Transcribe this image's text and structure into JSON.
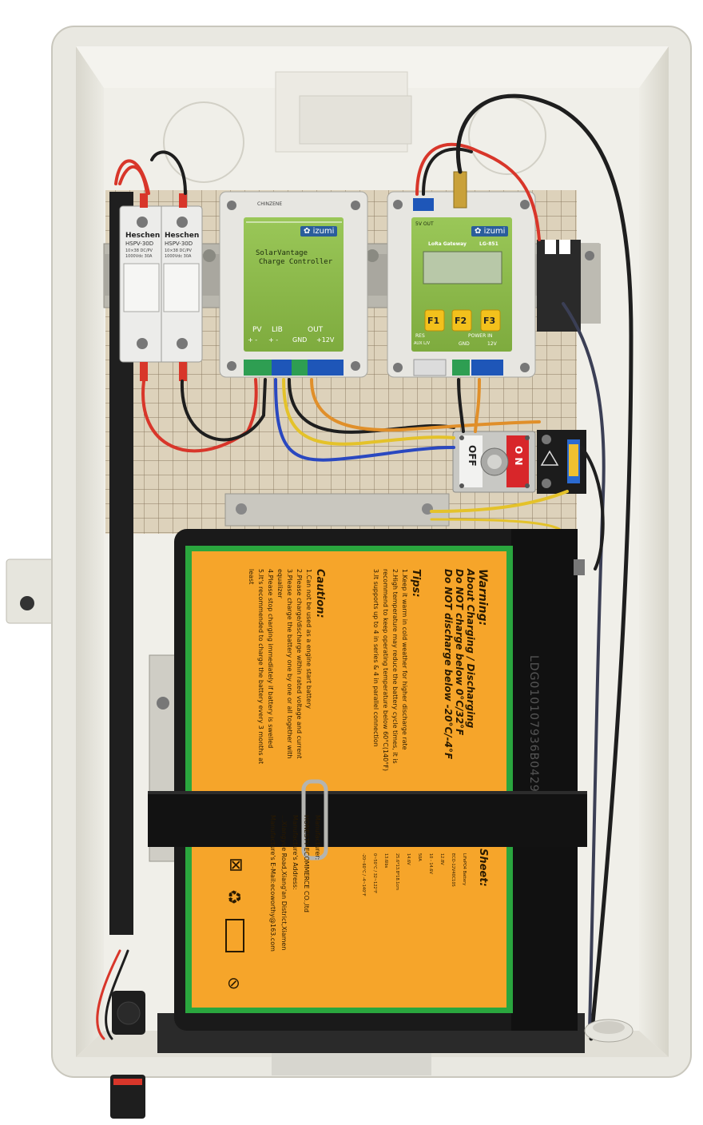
{
  "fuse": {
    "brand": "Heschen",
    "model": "HSPV-30D",
    "rating_line1": "10×38 DC/PV",
    "rating_line2": "1000Vdc 30A"
  },
  "charge_controller": {
    "brand": "izumi",
    "top_tag": "CHINZENE",
    "title_line1": "SolarVantage",
    "title_line2": "Charge Controller",
    "terminal_pv": "PV",
    "terminal_lib": "LIB",
    "terminal_out": "OUT",
    "polarity_pv": "+  -",
    "polarity_lib": "+  -",
    "terminal_gnd": "GND",
    "terminal_12v": "+12V"
  },
  "gateway": {
    "brand": "izumi",
    "label_5v": "5V OUT",
    "title": "LoRa Gateway",
    "model": "LG-851",
    "buttons": [
      "F1",
      "F2",
      "F3"
    ],
    "res_label": "RES",
    "power_in": "POWER IN",
    "gnd": "GND",
    "v12": "12V",
    "aux": "AUX L/V"
  },
  "switch": {
    "on": "O N",
    "off": "OFF"
  },
  "battery": {
    "warning_title": "Warning:",
    "warning_lines": [
      "About Charging / Discharging",
      "Do NOT charge below 0°C/32°F",
      "Do NOT discharge below -20°C/-4°F"
    ],
    "tips_title": "Tips:",
    "tips_lines": [
      "1.Keep it warm in cold weather for higher discharge rate",
      "2.High temperature may reduce the battery cycle times, it is",
      "recommend to keep operating temperature below 60°C(140°F)",
      "3.It supports up to 4 in series & 4 in parallel connection"
    ],
    "caution_title": "Caution:",
    "caution_lines": [
      "1.Can not be used as a engine start battery",
      "2.Please charge/discharge within rated voltage and current",
      "3.Please charge the battery one by one or all together with",
      "equalizer",
      "4.Please stop charging immediately if battery is swelled",
      "5.It's recommended to charge the battery every 3 months at",
      "least"
    ],
    "spec_title": "Sheet:",
    "spec_rows": [
      "LiFePO4 Battery",
      "ECO-12V40C10S",
      "12.8V",
      "10 - 14.6V",
      "50A",
      "14.6V",
      "25.6*13.8*18.1cm",
      "13.6lbs",
      "0~50°C / 32~122°F",
      "-20~60°C / -4~140°F"
    ],
    "manufacturer_label": "Manufacturer:",
    "manufacturer_name": "HONESTY ECOMMERCE CO.,ltd",
    "address_label": "Manufacture's Address:",
    "address": "...Xiangyue Road,Xiang'an District,Xiamen",
    "email": "Manufacture's E-Mail:ecoworthy@163.com",
    "serial": "LDG010107936B0429"
  },
  "colors": {
    "enclosure": "#ecebe3",
    "backplate": "#ddd2bb",
    "module_body": "#e7e6e1",
    "module_face": "#8cbb4a",
    "battery_label": "#f6a52a",
    "battery_stripe": "#2aa63e",
    "battery_case": "#1a1a1a",
    "terminal_blue": "#1e56b8",
    "terminal_green": "#2e9e52",
    "wire_red": "#d8362a",
    "wire_black": "#1e1e1e",
    "wire_blue": "#2a48c0",
    "wire_yellow": "#e4c22a",
    "wire_orange": "#e08f2a"
  }
}
